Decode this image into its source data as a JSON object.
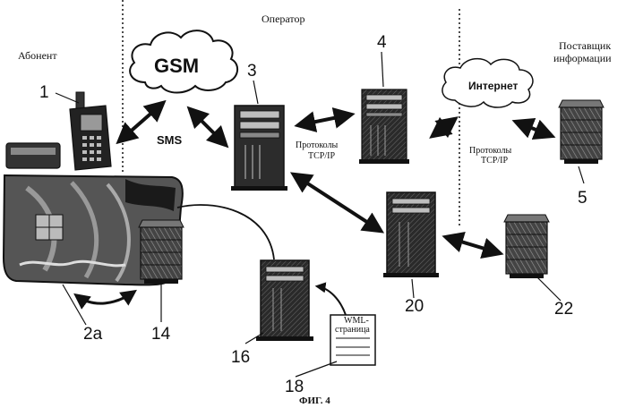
{
  "labels": {
    "subscriber": "Абонент",
    "operator": "Оператор",
    "provider_line1": "Поставщик",
    "provider_line2": "информации",
    "gsm": "GSM",
    "sms": "SMS",
    "internet": "Интернет",
    "protocols_1_line1": "Протоколы",
    "protocols_1_line2": "TCP/IP",
    "protocols_2_line1": "Протоколы",
    "protocols_2_line2": "TCP/IP",
    "wml_line1": "WML-",
    "wml_line2": "страница",
    "figure_caption": "ФИГ. 4"
  },
  "numbers": {
    "n1": "1",
    "n2a": "2a",
    "n3": "3",
    "n4": "4",
    "n5": "5",
    "n14": "14",
    "n16": "16",
    "n18": "18",
    "n20": "20",
    "n22": "22"
  },
  "colors": {
    "ink": "#111111",
    "shade": "#3a3a3a",
    "light": "#bdbdbd",
    "paper": "#ffffff"
  }
}
